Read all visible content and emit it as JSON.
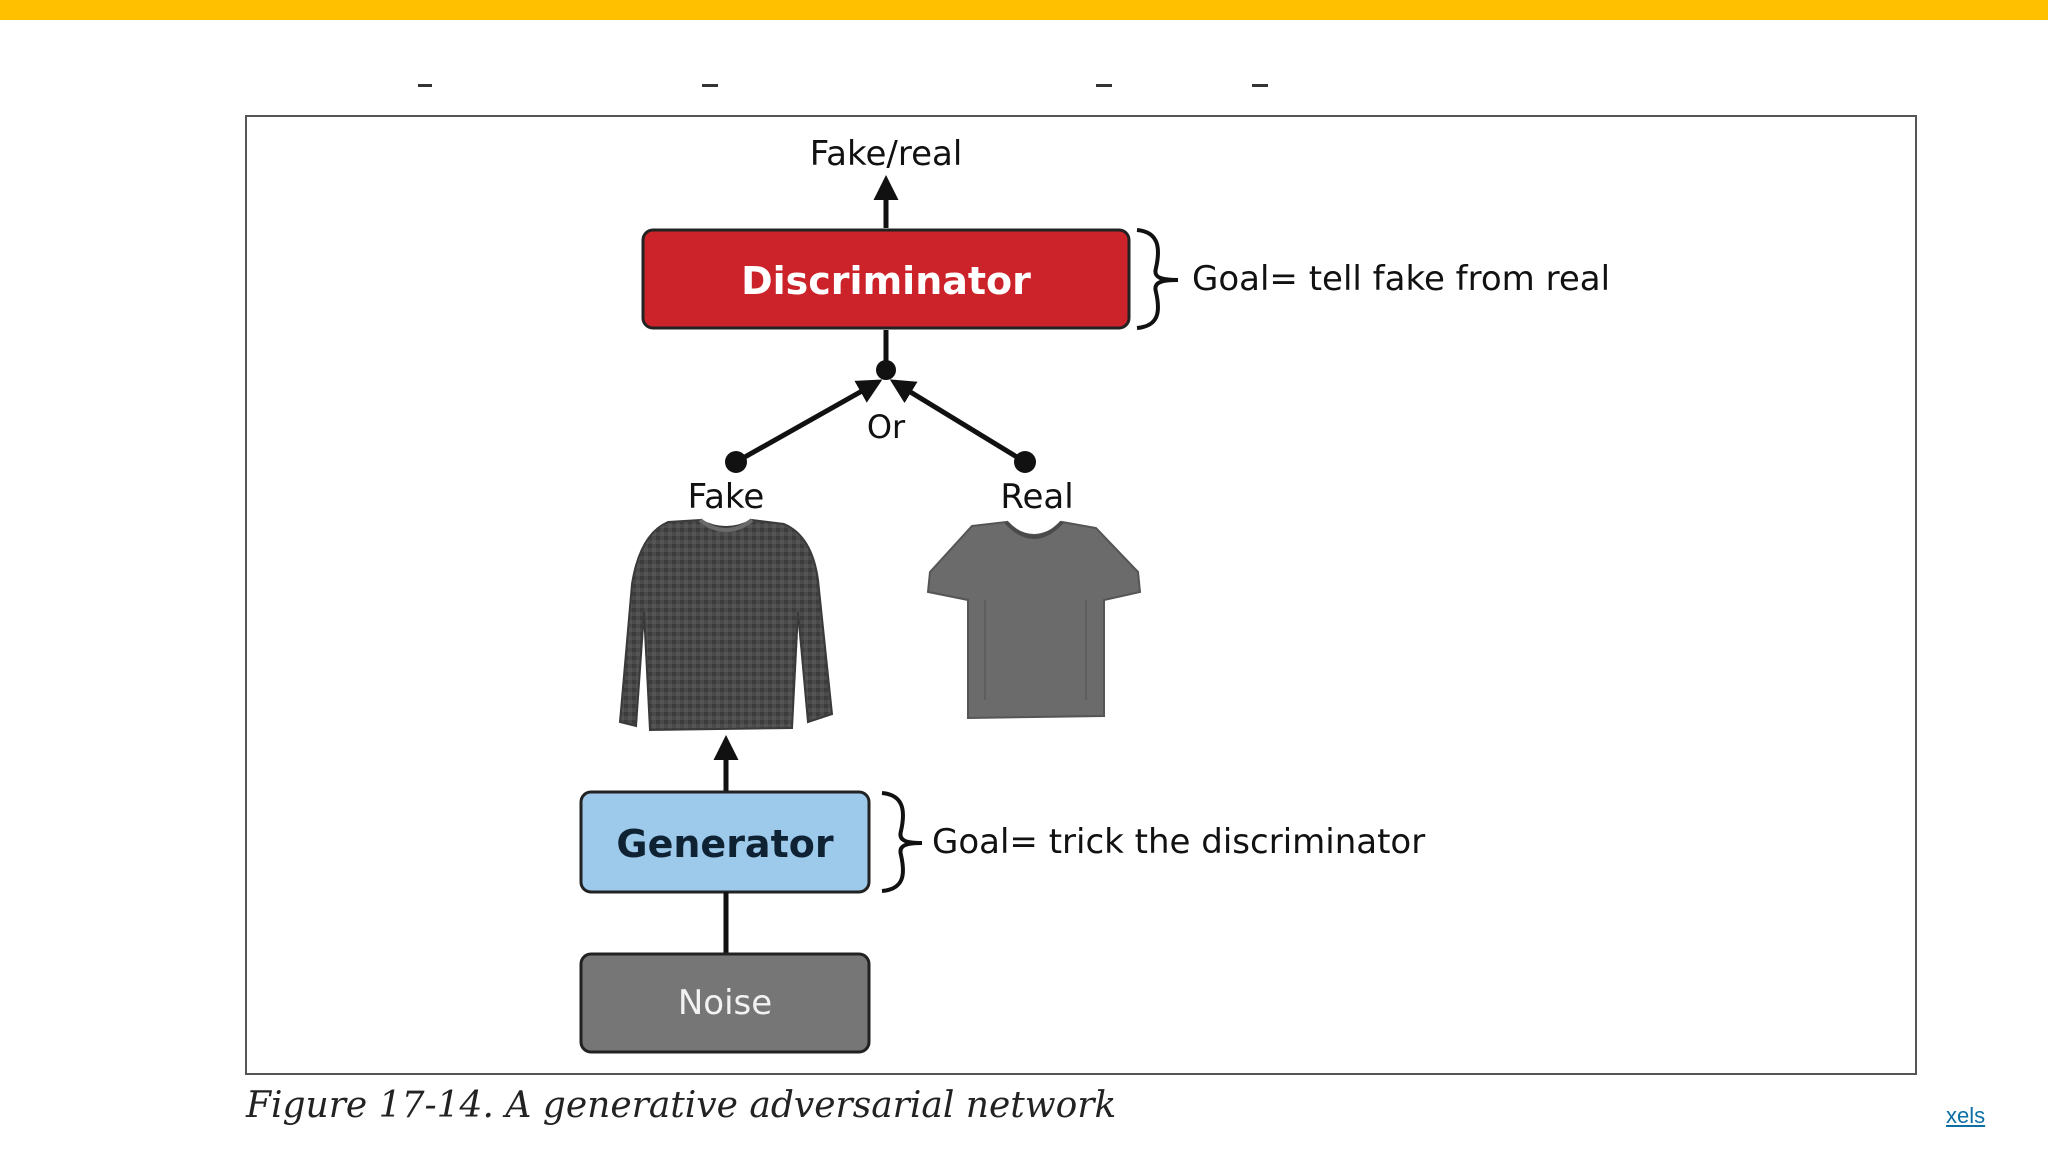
{
  "header": {
    "accent_color": "#ffc000"
  },
  "diagram": {
    "output_label": "Fake/real",
    "discriminator": {
      "label": "Discriminator",
      "fill": "#cc2229"
    },
    "discriminator_goal": "Goal= tell fake from real",
    "junction_label": "Or",
    "fake_label": "Fake",
    "real_label": "Real",
    "fake_image_icon": "sweater-icon",
    "real_image_icon": "tshirt-icon",
    "generator": {
      "label": "Generator",
      "fill": "#9dc9ea"
    },
    "generator_goal": "Goal= trick the discriminator",
    "noise": {
      "label": "Noise",
      "fill": "#767676"
    }
  },
  "caption": "Figure 17-14. A generative adversarial network",
  "credit_link": "xels"
}
